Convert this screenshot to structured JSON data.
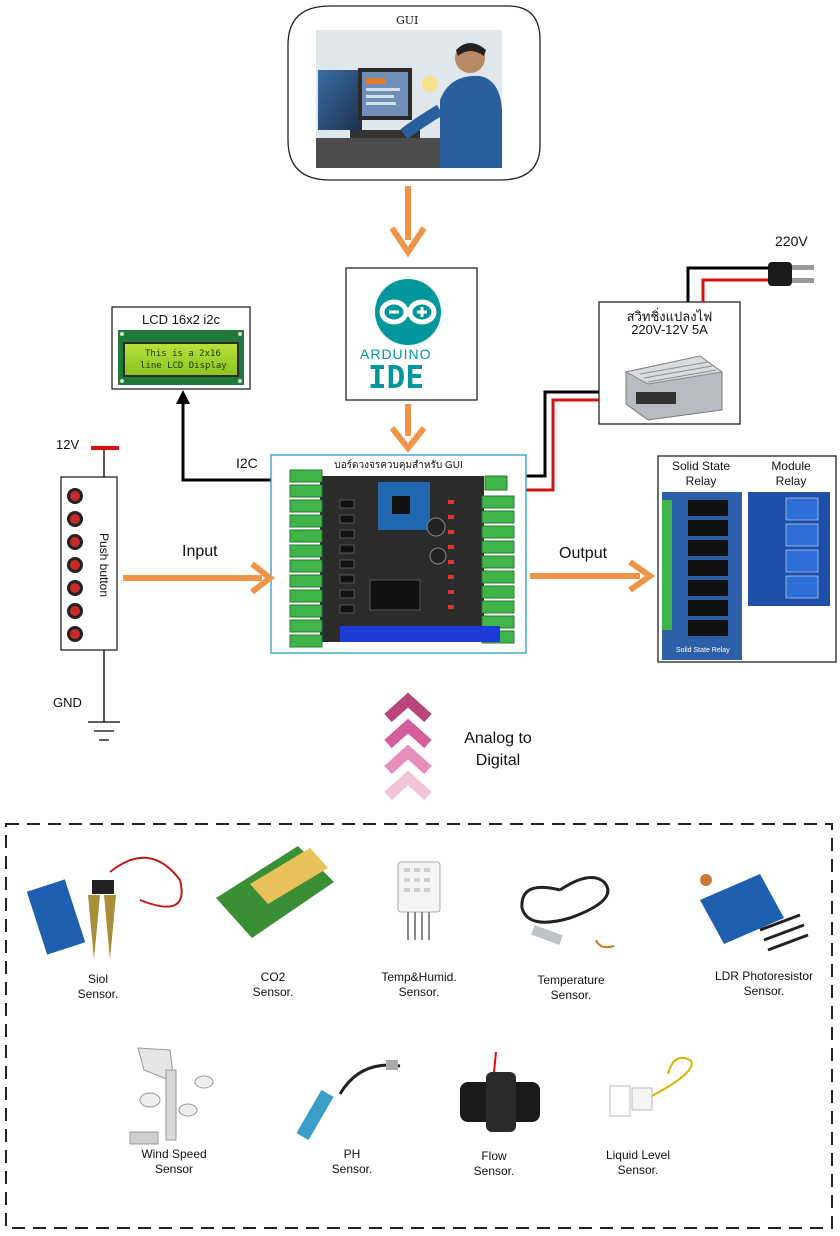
{
  "gui": {
    "title": "GUI"
  },
  "ide": {
    "brand": "ARDUINO",
    "name": "IDE"
  },
  "lcd": {
    "title": "LCD 16x2 i2c",
    "line1": "This is a 2x16",
    "line2": "line LCD Display"
  },
  "power": {
    "mains": "220V",
    "supply_line1": "สวิทชิ่งแปลงไฟ",
    "supply_line2": "220V-12V 5A"
  },
  "board": {
    "title": "บอร์ดวงจรควบคุมสำหรับ GUI"
  },
  "links": {
    "i2c": "I2C",
    "input": "Input",
    "output": "Output",
    "adc_line1": "Analog to",
    "adc_line2": "Digital"
  },
  "buttons": {
    "v12": "12V",
    "gnd": "GND",
    "label": "Push button"
  },
  "relays": {
    "ssr_line1": "Solid State",
    "ssr_line2": "Relay",
    "mod_line1": "Module",
    "mod_line2": "Relay",
    "ssr_board_text": "Solid State Relay"
  },
  "sensors": [
    {
      "line1": "Siol",
      "line2": "Sensor."
    },
    {
      "line1": "CO2",
      "line2": "Sensor."
    },
    {
      "line1": "Temp&Humid.",
      "line2": "Sensor."
    },
    {
      "line1": "Temperature",
      "line2": "Sensor."
    },
    {
      "line1": "LDR Photoresistor",
      "line2": "Sensor."
    },
    {
      "line1": "Wind Speed",
      "line2": "Sensor"
    },
    {
      "line1": "PH",
      "line2": "Sensor."
    },
    {
      "line1": "Flow",
      "line2": "Sensor."
    },
    {
      "line1": "Liquid Level",
      "line2": "Sensor."
    }
  ],
  "colors": {
    "arrow": "#f0944a",
    "arduino_teal": "#00979c",
    "pcb_green": "#3fb54a",
    "board_dark": "#2a2a2a",
    "relay_blue": "#2d5fa8",
    "chevron": "#d9438b"
  }
}
